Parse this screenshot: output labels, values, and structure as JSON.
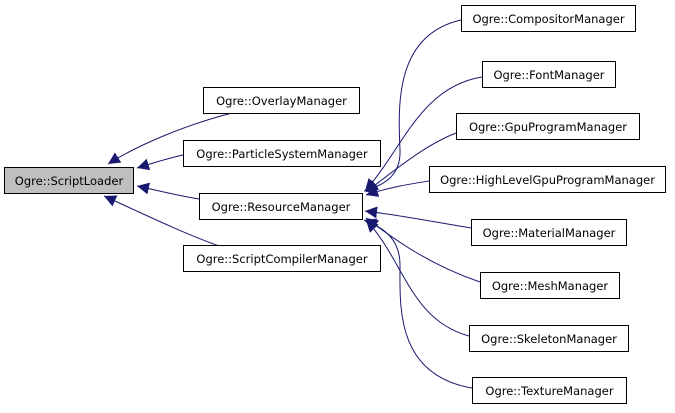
{
  "diagram": {
    "root": {
      "label": "Ogre::ScriptLoader",
      "fill": "#bfbfbf"
    },
    "intermediate": [
      {
        "label": "Ogre::OverlayManager"
      },
      {
        "label": "Ogre::ParticleSystemManager"
      },
      {
        "label": "Ogre::ResourceManager"
      },
      {
        "label": "Ogre::ScriptCompilerManager"
      }
    ],
    "resource_children": [
      {
        "label": "Ogre::CompositorManager"
      },
      {
        "label": "Ogre::FontManager"
      },
      {
        "label": "Ogre::GpuProgramManager"
      },
      {
        "label": "Ogre::HighLevelGpuProgramManager"
      },
      {
        "label": "Ogre::MaterialManager"
      },
      {
        "label": "Ogre::MeshManager"
      },
      {
        "label": "Ogre::SkeletonManager"
      },
      {
        "label": "Ogre::TextureManager"
      }
    ],
    "edges": [
      {
        "from": "Ogre::OverlayManager",
        "to": "Ogre::ScriptLoader"
      },
      {
        "from": "Ogre::ParticleSystemManager",
        "to": "Ogre::ScriptLoader"
      },
      {
        "from": "Ogre::ResourceManager",
        "to": "Ogre::ScriptLoader"
      },
      {
        "from": "Ogre::ScriptCompilerManager",
        "to": "Ogre::ScriptLoader"
      },
      {
        "from": "Ogre::CompositorManager",
        "to": "Ogre::ResourceManager"
      },
      {
        "from": "Ogre::FontManager",
        "to": "Ogre::ResourceManager"
      },
      {
        "from": "Ogre::GpuProgramManager",
        "to": "Ogre::ResourceManager"
      },
      {
        "from": "Ogre::HighLevelGpuProgramManager",
        "to": "Ogre::ResourceManager"
      },
      {
        "from": "Ogre::MaterialManager",
        "to": "Ogre::ResourceManager"
      },
      {
        "from": "Ogre::MeshManager",
        "to": "Ogre::ResourceManager"
      },
      {
        "from": "Ogre::SkeletonManager",
        "to": "Ogre::ResourceManager"
      },
      {
        "from": "Ogre::TextureManager",
        "to": "Ogre::ResourceManager"
      }
    ],
    "edge_color": "#191970",
    "node_border_color": "#000000"
  }
}
